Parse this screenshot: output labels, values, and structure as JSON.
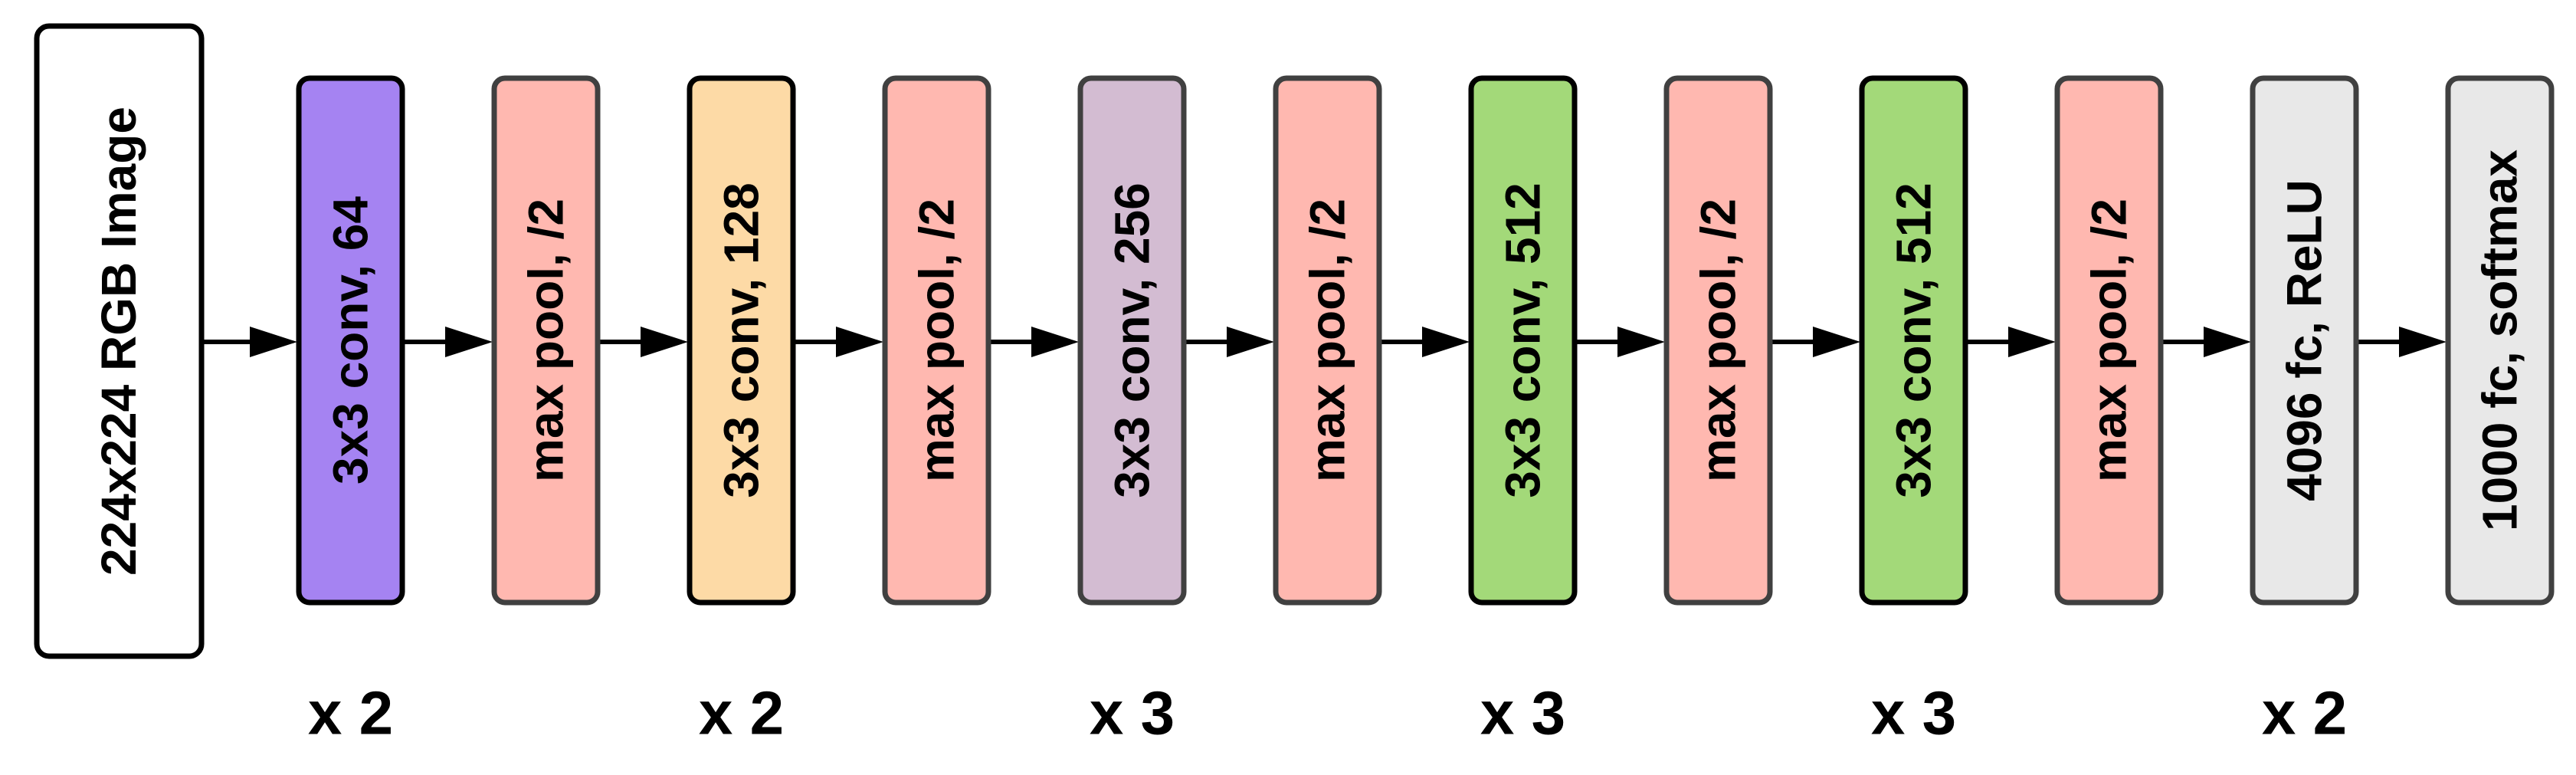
{
  "diagram": {
    "input": {
      "label": "224x224 RGB Image",
      "fill": "#ffffff",
      "stroke": "#000000"
    },
    "blocks": [
      {
        "label": "3x3 conv, 64",
        "fill": "#a583f2",
        "stroke": "#000000"
      },
      {
        "label": "max pool, /2",
        "fill": "#ffb8b0",
        "stroke": "#404040"
      },
      {
        "label": "3x3 conv, 128",
        "fill": "#fddaa6",
        "stroke": "#000000"
      },
      {
        "label": "max pool, /2",
        "fill": "#ffb8b0",
        "stroke": "#404040"
      },
      {
        "label": "3x3 conv, 256",
        "fill": "#d3bcd2",
        "stroke": "#404040"
      },
      {
        "label": "max pool, /2",
        "fill": "#ffb8b0",
        "stroke": "#404040"
      },
      {
        "label": "3x3 conv, 512",
        "fill": "#a3d979",
        "stroke": "#000000"
      },
      {
        "label": "max pool, /2",
        "fill": "#ffb8b0",
        "stroke": "#404040"
      },
      {
        "label": "3x3 conv, 512",
        "fill": "#a3d979",
        "stroke": "#000000"
      },
      {
        "label": "max pool, /2",
        "fill": "#ffb8b0",
        "stroke": "#404040"
      },
      {
        "label": "4096 fc, ReLU",
        "fill": "#e8e8e8",
        "stroke": "#404040"
      },
      {
        "label": "1000 fc, softmax",
        "fill": "#e8e8e8",
        "stroke": "#404040"
      }
    ],
    "multipliers": [
      {
        "label": "x 2",
        "under_block": 0
      },
      {
        "label": "x 2",
        "under_block": 2
      },
      {
        "label": "x 3",
        "under_block": 4
      },
      {
        "label": "x 3",
        "under_block": 6
      },
      {
        "label": "x 3",
        "under_block": 8
      },
      {
        "label": "x 2",
        "under_block": 10
      }
    ],
    "colors": {
      "arrow": "#000000"
    }
  }
}
